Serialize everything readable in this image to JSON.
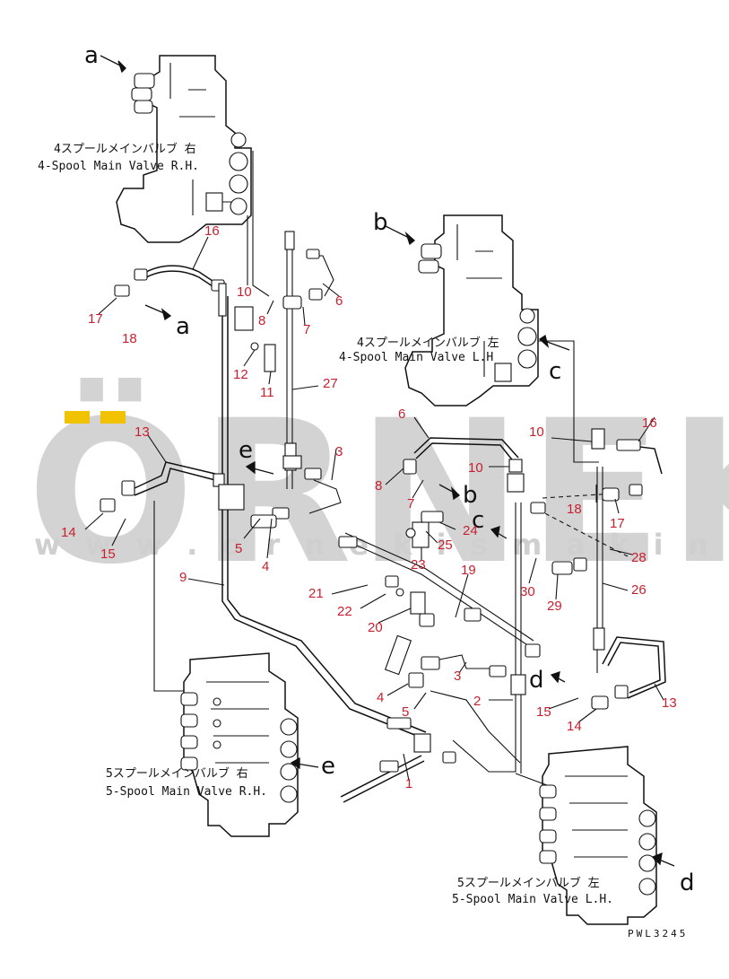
{
  "watermark": {
    "brand": "ÖRNEK",
    "url": "w w w . o r n e k i s m a k i n a l a r i . c o m . t r",
    "accent": "#f0c200",
    "gray": "#d3d3d3"
  },
  "valves": {
    "v4r": {
      "jp": "4スプールメインバルブ 右",
      "en": "4-Spool Main Valve R.H."
    },
    "v4l": {
      "jp": "4スプールメインバルブ 左",
      "en": "4-Spool Main Valve L.H"
    },
    "v5r": {
      "jp": "5スプールメインバルブ 右",
      "en": "5-Spool Main Valve R.H."
    },
    "v5l": {
      "jp": "5スプールメインバルブ 左",
      "en": "5-Spool Main Valve L.H."
    }
  },
  "letters": {
    "a1": "a",
    "a2": "a",
    "b1": "b",
    "b2": "b",
    "c1": "c",
    "c2": "c",
    "d1": "d",
    "d2": "d",
    "e1": "e",
    "e2": "e"
  },
  "parts": {
    "p16a": "16",
    "p17a": "17",
    "p18a": "18",
    "p10a": "10",
    "p8a": "8",
    "p7a": "7",
    "p6a": "6",
    "p12": "12",
    "p11": "11",
    "p27": "27",
    "p13a": "13",
    "p14a": "14",
    "p15a": "15",
    "p3a": "3",
    "p5a": "5",
    "p4a": "4",
    "p9": "9",
    "p6b": "6",
    "p10b": "10",
    "p10c": "10",
    "p8b": "8",
    "p7b": "7",
    "p24": "24",
    "p25": "25",
    "p23": "23",
    "p16b": "16",
    "p18b": "18",
    "p17b": "17",
    "p28": "28",
    "p30": "30",
    "p29": "29",
    "p26": "26",
    "p21": "21",
    "p22": "22",
    "p20": "20",
    "p19": "19",
    "p3b": "3",
    "p4b": "4",
    "p5b": "5",
    "p2": "2",
    "p1": "1",
    "p15b": "15",
    "p14b": "14",
    "p13b": "13"
  },
  "code": "PWL3245"
}
